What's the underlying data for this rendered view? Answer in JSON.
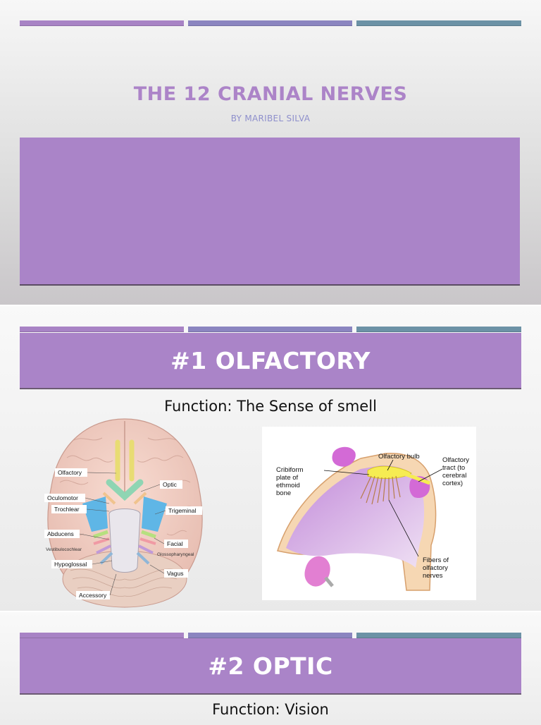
{
  "slide1": {
    "title": "THE 12 CRANIAL NERVES",
    "subtitle": "BY MARIBEL SILVA"
  },
  "slide2": {
    "heading": "#1 OLFACTORY",
    "function_text": "Function: The Sense of smell",
    "brain_labels": {
      "olfactory": "Olfactory",
      "optic": "Optic",
      "oculomotor": "Oculomotor",
      "trochlear": "Trochlear",
      "trigeminal": "Trigeminal",
      "abducens": "Abducens",
      "facial": "Facial",
      "vestibulocochlear": "Vestibulocochlear",
      "glossopharyngeal": "Glossopharyngeal",
      "hypoglossal": "Hypoglossal",
      "vagus": "Vagus",
      "accessory": "Accessory"
    },
    "nose_labels": {
      "bulb": "Olfactory bulb",
      "tract_1": "Olfactory",
      "tract_2": "tract (to",
      "tract_3": "cerebral",
      "tract_4": "cortex)",
      "cribriform_1": "Cribiform",
      "cribriform_2": "plate of",
      "cribriform_3": "ethmoid",
      "cribriform_4": "bone",
      "fibers_1": "Fibers of",
      "fibers_2": "olfactory",
      "fibers_3": "nerves"
    }
  },
  "slide3": {
    "heading": "#2 OPTIC",
    "function_text": "Function: Vision"
  },
  "colors": {
    "stripe_1": "#a883c5",
    "stripe_2": "#8b85c0",
    "stripe_3": "#6c92a6",
    "accent_purple": "#aa84c8",
    "title_purple": "#ac84c8",
    "subtitle_blue": "#8e8fcc"
  }
}
